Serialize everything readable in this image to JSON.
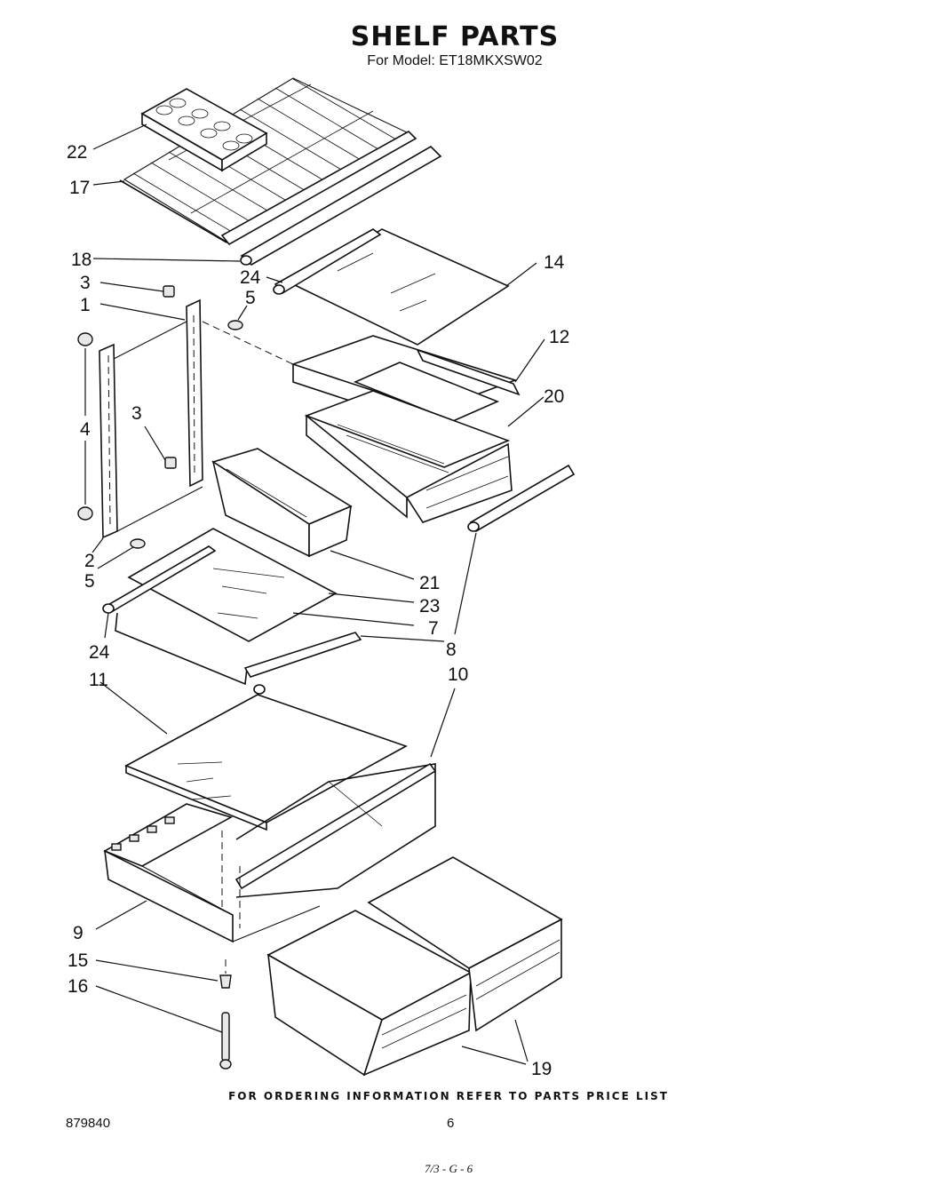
{
  "header": {
    "title": "SHELF PARTS",
    "model_line": "For Model: ET18MKXSW02"
  },
  "callouts": [
    {
      "id": "22",
      "label": "22"
    },
    {
      "id": "17",
      "label": "17"
    },
    {
      "id": "18",
      "label": "18"
    },
    {
      "id": "14",
      "label": "14"
    },
    {
      "id": "24a",
      "label": "24"
    },
    {
      "id": "3a",
      "label": "3"
    },
    {
      "id": "5a",
      "label": "5"
    },
    {
      "id": "1",
      "label": "1"
    },
    {
      "id": "12",
      "label": "12"
    },
    {
      "id": "20",
      "label": "20"
    },
    {
      "id": "4",
      "label": "4"
    },
    {
      "id": "3b",
      "label": "3"
    },
    {
      "id": "2",
      "label": "2"
    },
    {
      "id": "5b",
      "label": "5"
    },
    {
      "id": "21",
      "label": "21"
    },
    {
      "id": "23",
      "label": "23"
    },
    {
      "id": "7",
      "label": "7"
    },
    {
      "id": "8",
      "label": "8"
    },
    {
      "id": "24b",
      "label": "24"
    },
    {
      "id": "11",
      "label": "11"
    },
    {
      "id": "10",
      "label": "10"
    },
    {
      "id": "9",
      "label": "9"
    },
    {
      "id": "15",
      "label": "15"
    },
    {
      "id": "16",
      "label": "16"
    },
    {
      "id": "19",
      "label": "19"
    }
  ],
  "footer": {
    "ordering_note": "FOR ORDERING INFORMATION REFER TO PARTS PRICE LIST",
    "document_number": "879840",
    "page_number": "6",
    "stamp": "7/3 - G - 6"
  }
}
